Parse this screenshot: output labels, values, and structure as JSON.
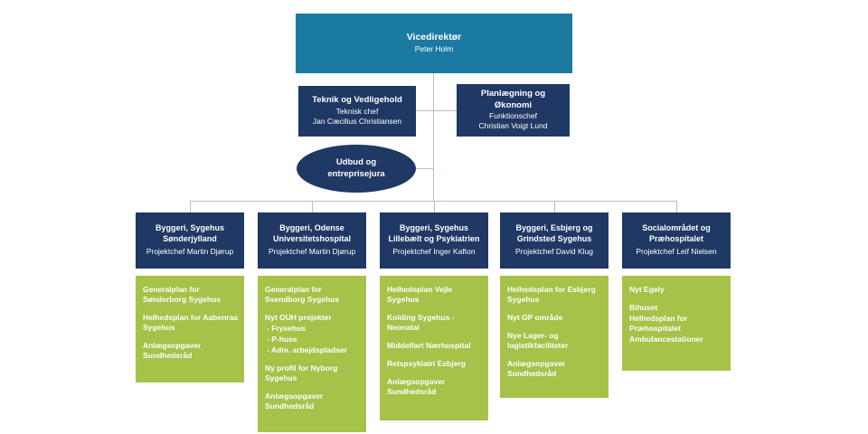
{
  "colors": {
    "root_box": "#1b7aa2",
    "navy_box": "#1f3864",
    "project_box": "#a5c249",
    "connector_line": "#b3bfcc",
    "text": "#ffffff"
  },
  "org": {
    "root": {
      "title": "Vicedirektør",
      "name": "Peter Holm"
    },
    "staff": [
      {
        "title": "Teknik og Vedligehold",
        "role": "Teknisk chef",
        "name": "Jan Cæcilius Christiansen"
      },
      {
        "title": "Planlægning og Økonomi",
        "role": "Funktionschef",
        "name": "Christian Voigt Lund"
      }
    ],
    "ellipse": {
      "title": "Udbud og entreprisejura"
    },
    "departments": [
      {
        "title": "Byggeri, Sygehus Sønderjylland",
        "lead": "Projektchef Martin Djørup",
        "projects": [
          "Generalplan for Sønderborg Sygehus",
          "Helhedsplan for Aabenraa Sygehus",
          "Anlægsopgaver Sundhedsråd"
        ]
      },
      {
        "title": "Byggeri, Odense Universitetshospital",
        "lead": "Projektchef Martin Djørup",
        "projects": [
          "Generalplan for Svendborg Sygehus",
          "Nyt OUH projekter",
          "- Frysehus",
          "- P-huse",
          "- Adm. arbejdspladser",
          "Ny profil for Nyborg Sygehus",
          "Anlægsopgaver Sundhedsråd"
        ]
      },
      {
        "title": "Byggeri, Sygehus Lillebælt og Psykiatrien",
        "lead": "Projektchef Inger Kafton",
        "projects": [
          "Helhedsplan Vejle Sygehus",
          "Kolding Sygehus - Neonatal",
          "Middelfart Nærhospital",
          "Retspsykiatri Esbjerg",
          "Anlægsopgaver Sundhedsråd"
        ]
      },
      {
        "title": "Byggeri, Esbjerg og Grindsted Sygehus",
        "lead": "Projektchef David Klug",
        "projects": [
          "Helhedsplan for Esbjerg Sygehus",
          "Nyt OP område",
          "Nye Lager- og logistikfaciliteter",
          "Anlægsopgaver Sundhedsråd"
        ]
      },
      {
        "title": "Socialområdet og Præhospitalet",
        "lead": "Projektchef Leif Nielsen",
        "projects": [
          "Nyt Egely",
          "Bihuset",
          "Helhedsplan for Præhospitalet",
          "Ambulancestationer"
        ]
      }
    ]
  }
}
